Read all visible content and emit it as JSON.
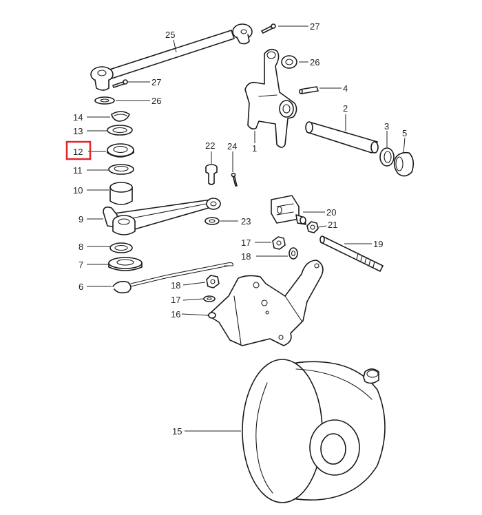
{
  "callouts": [
    {
      "id": "c27a",
      "text": "27"
    },
    {
      "id": "c25",
      "text": "25"
    },
    {
      "id": "c26a",
      "text": "26"
    },
    {
      "id": "c27b",
      "text": "27"
    },
    {
      "id": "c4",
      "text": "4"
    },
    {
      "id": "c26b",
      "text": "26"
    },
    {
      "id": "c2",
      "text": "2"
    },
    {
      "id": "c3",
      "text": "3"
    },
    {
      "id": "c5",
      "text": "5"
    },
    {
      "id": "c1",
      "text": "1"
    },
    {
      "id": "c14",
      "text": "14"
    },
    {
      "id": "c13",
      "text": "13"
    },
    {
      "id": "c12",
      "text": "12"
    },
    {
      "id": "c11",
      "text": "11"
    },
    {
      "id": "c10",
      "text": "10"
    },
    {
      "id": "c22",
      "text": "22"
    },
    {
      "id": "c24",
      "text": "24"
    },
    {
      "id": "c9",
      "text": "9"
    },
    {
      "id": "c20",
      "text": "20"
    },
    {
      "id": "c23",
      "text": "23"
    },
    {
      "id": "c21",
      "text": "21"
    },
    {
      "id": "c17a",
      "text": "17"
    },
    {
      "id": "c18a",
      "text": "18"
    },
    {
      "id": "c19",
      "text": "19"
    },
    {
      "id": "c8",
      "text": "8"
    },
    {
      "id": "c7",
      "text": "7"
    },
    {
      "id": "c6",
      "text": "6"
    },
    {
      "id": "c18b",
      "text": "18"
    },
    {
      "id": "c17b",
      "text": "17"
    },
    {
      "id": "c16",
      "text": "16"
    },
    {
      "id": "c15",
      "text": "15"
    }
  ],
  "highlight": {
    "label": "12",
    "color": "#e0262b"
  }
}
